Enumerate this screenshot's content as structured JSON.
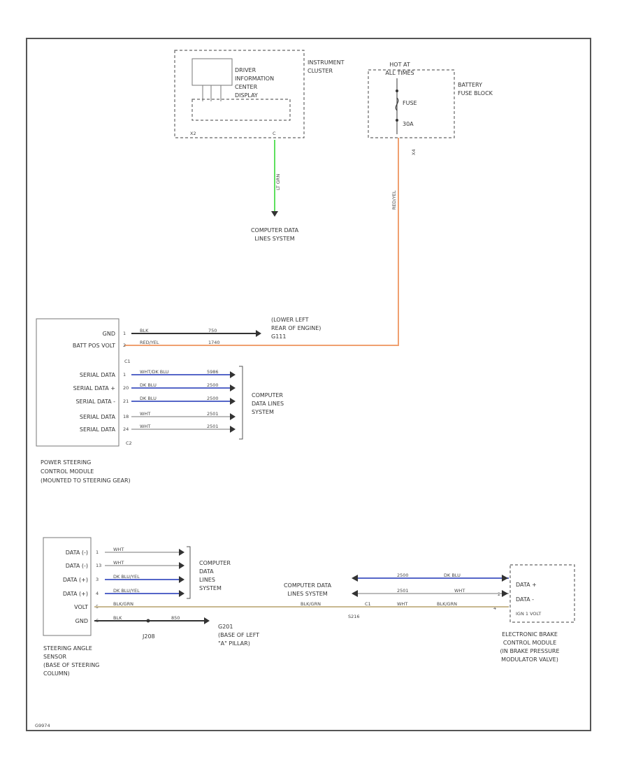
{
  "colors": {
    "green": "#5ee05e",
    "orange": "#f0a070",
    "blue": "#5566c8",
    "black": "#333333",
    "tan": "#c8b890",
    "white": "#bbbbbb"
  },
  "instrument_cluster": {
    "title": [
      "INSTRUMENT",
      "CLUSTER"
    ],
    "dic_label": [
      "DRIVER",
      "INFORMATION",
      "CENTER",
      "DISPLAY"
    ],
    "connector": "X2",
    "pin": "C",
    "wire_color": "LT GRN",
    "destination": [
      "COMPUTER DATA",
      "LINES SYSTEM"
    ]
  },
  "fuse_block": {
    "hot": [
      "HOT AT",
      "ALL TIMES"
    ],
    "title": [
      "BATTERY",
      "FUSE BLOCK"
    ],
    "fuse": "FUSE",
    "rating": "30A",
    "connector": "X4",
    "wire_color": "RED/YEL"
  },
  "pscm": {
    "pins": [
      {
        "label": "GND",
        "num": "1",
        "color": "BLK",
        "circuit": "750",
        "wire": "black"
      },
      {
        "label": "BATT POS VOLT",
        "num": "2",
        "color": "RED/YEL",
        "circuit": "1740",
        "wire": "orange"
      },
      {
        "label": "SERIAL DATA",
        "num": "1",
        "color": "WHT/DK BLU",
        "circuit": "5986",
        "wire": "blue"
      },
      {
        "label": "SERIAL DATA +",
        "num": "20",
        "color": "DK BLU",
        "circuit": "2500",
        "wire": "blue"
      },
      {
        "label": "SERIAL DATA -",
        "num": "21",
        "color": "DK BLU",
        "circuit": "2500",
        "wire": "blue"
      },
      {
        "label": "SERIAL DATA",
        "num": "18",
        "color": "WHT",
        "circuit": "2501",
        "wire": "white"
      },
      {
        "label": "SERIAL DATA",
        "num": "24",
        "color": "WHT",
        "circuit": "2501",
        "wire": "white"
      }
    ],
    "c1": "C1",
    "c2": "C2",
    "ground_dest": [
      "(LOWER LEFT",
      "REAR OF ENGINE)",
      "G111"
    ],
    "data_dest": [
      "COMPUTER",
      "DATA LINES",
      "SYSTEM"
    ],
    "title": [
      "POWER STEERING",
      "CONTROL MODULE",
      "(MOUNTED TO STEERING GEAR)"
    ]
  },
  "sas": {
    "pins": [
      {
        "label": "DATA (-)",
        "num": "1",
        "color": "WHT"
      },
      {
        "label": "DATA (-)",
        "num": "13",
        "color": "WHT"
      },
      {
        "label": "DATA (+)",
        "num": "3",
        "color": "DK BLU/YEL"
      },
      {
        "label": "DATA (+)",
        "num": "4",
        "color": "DK BLU/YEL"
      },
      {
        "label": "VOLT",
        "num": "5",
        "color": "BLK/GRN"
      },
      {
        "label": "GND",
        "num": "6",
        "color": "BLK"
      }
    ],
    "data_dest": [
      "COMPUTER",
      "DATA",
      "LINES",
      "SYSTEM"
    ],
    "title": [
      "STEERING ANGLE",
      "SENSOR",
      "(BASE OF STEERING",
      "COLUMN)"
    ],
    "splice_j": "J208",
    "gnd_circuit": "850",
    "ground": [
      "G201",
      "(BASE OF LEFT",
      "\"A\" PILLAR)"
    ]
  },
  "ebcm": {
    "pins": [
      "DATA +",
      "DATA -",
      "IGN 1 VOLT"
    ],
    "pin_nums": [
      "1",
      "2",
      "4"
    ],
    "title": [
      "ELECTRONIC BRAKE",
      "CONTROL MODULE",
      "(IN BRAKE PRESSURE",
      "MODULATOR VALVE)"
    ],
    "data_dest": [
      "COMPUTER DATA",
      "LINES SYSTEM"
    ],
    "row1": {
      "circuit": "2500",
      "color": "DK BLU"
    },
    "row2": {
      "circuit": "2501",
      "color": "WHT"
    },
    "row3": {
      "color_left": "BLK/GRN",
      "splice": "S216",
      "connector": "C1",
      "color_mid": "WHT",
      "color_right": "BLK/GRN"
    }
  },
  "footer": "G9974"
}
